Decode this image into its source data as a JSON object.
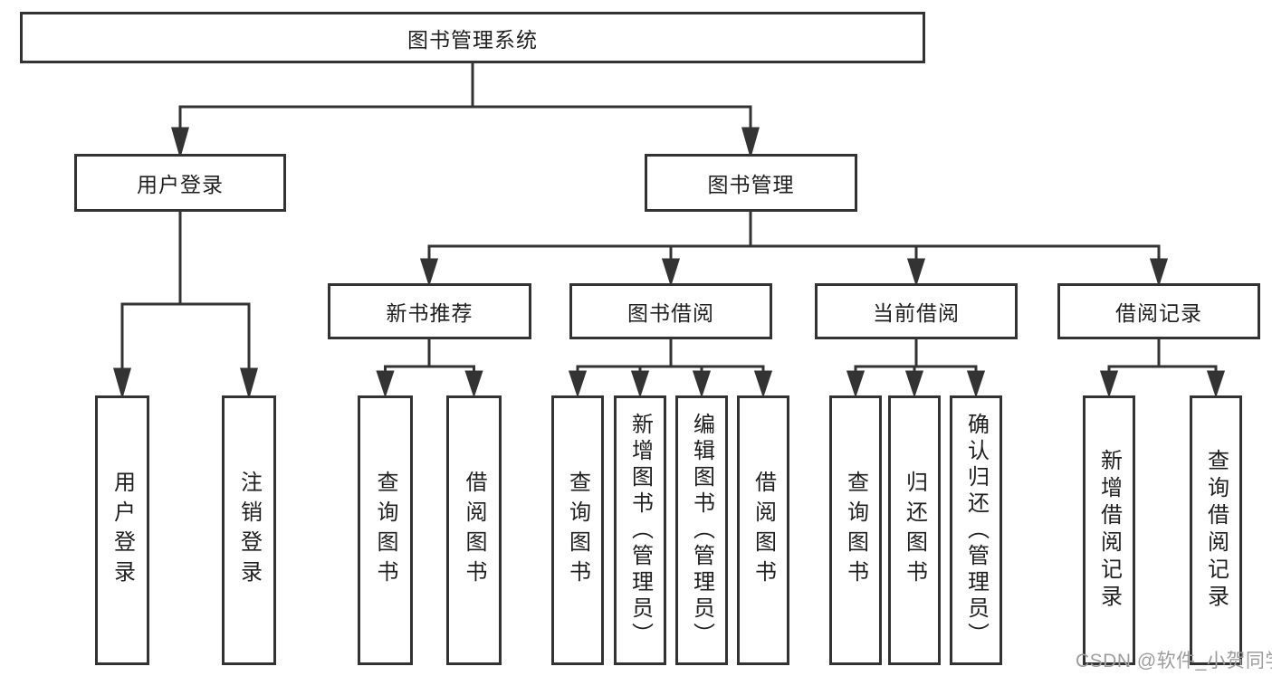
{
  "diagram": {
    "type": "hierarchy",
    "root": {
      "label": "图书管理系统",
      "children": [
        {
          "label": "用户登录",
          "children": [
            {
              "label": "用户登录"
            },
            {
              "label": "注销登录"
            }
          ]
        },
        {
          "label": "图书管理",
          "children": [
            {
              "label": "新书推荐",
              "children": [
                {
                  "label": "查询图书"
                },
                {
                  "label": "借阅图书"
                }
              ]
            },
            {
              "label": "图书借阅",
              "children": [
                {
                  "label": "查询图书"
                },
                {
                  "label": "新增图书（管理员）"
                },
                {
                  "label": "编辑图书（管理员）"
                },
                {
                  "label": "借阅图书"
                }
              ]
            },
            {
              "label": "当前借阅",
              "children": [
                {
                  "label": "查询图书"
                },
                {
                  "label": "归还图书"
                },
                {
                  "label": "确认归还（管理员）"
                }
              ]
            },
            {
              "label": "借阅记录",
              "children": [
                {
                  "label": "新增借阅记录"
                },
                {
                  "label": "查询借阅记录"
                }
              ]
            }
          ]
        }
      ]
    }
  },
  "watermark": {
    "text": "CSDN @软件_小贺同学"
  },
  "colors": {
    "line": "#333333",
    "box_border": "#333333",
    "box_fill": "#ffffff",
    "text": "#1f1f1f",
    "watermark": "#9d9d9d",
    "background": "#ffffff"
  }
}
